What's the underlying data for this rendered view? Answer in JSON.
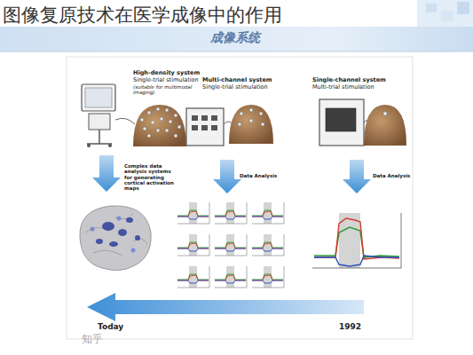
{
  "diagram": {
    "title": "图像复原技术在医学成像中的作用",
    "labels": [
      "成像系统",
      "High-density system",
      "Single-trial stimulation",
      "(suitable for multimodal imaging)",
      "Multi-channel system",
      "Single-trial stimulation",
      "Single-channel system",
      "Multi-trial stimulation",
      "Complex data analysis systems for generating cortical activation maps",
      "Data Analysis",
      "Data Analysis",
      "Today",
      "1992",
      "知乎"
    ]
  }
}
